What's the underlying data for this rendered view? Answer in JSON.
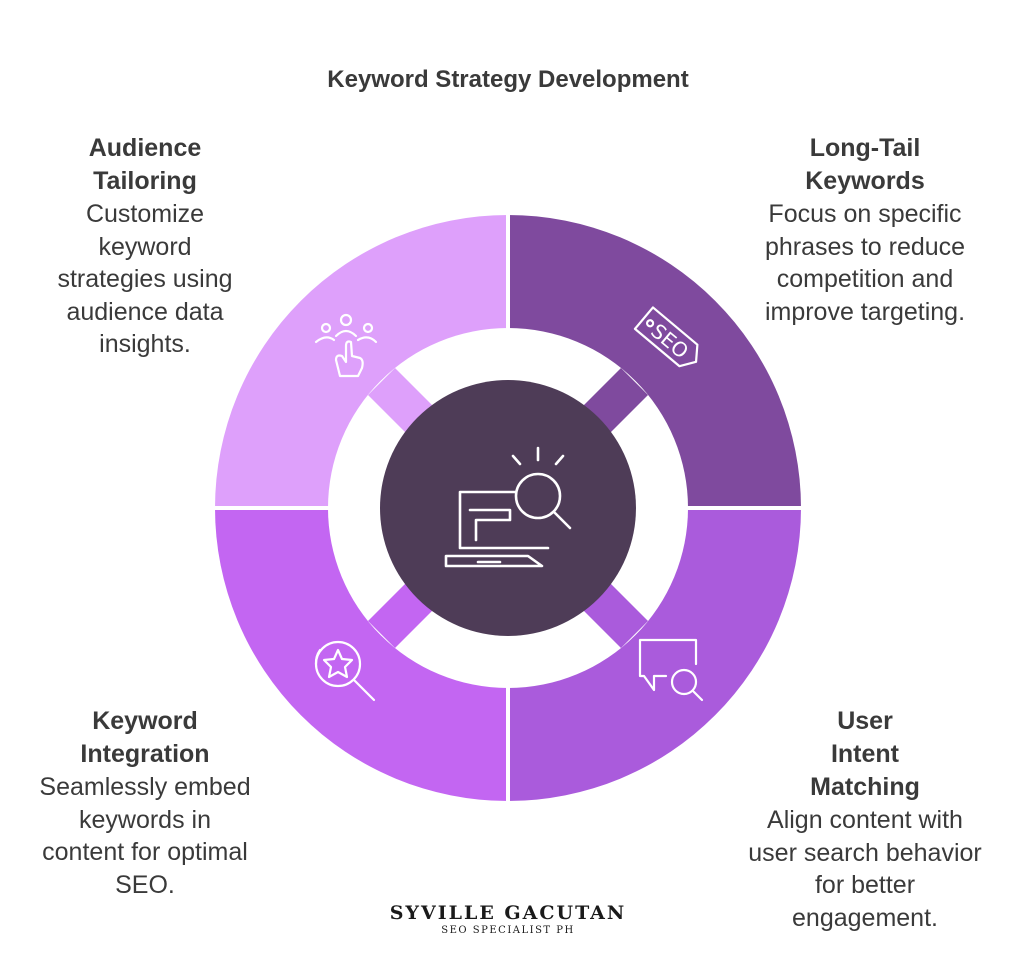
{
  "title": "Keyword Strategy Development",
  "segments": {
    "audience": {
      "heading": "Audience Tailoring",
      "description": "Customize keyword strategies using audience data insights.",
      "icon": "audience-click-icon",
      "color": "#dea0fb"
    },
    "longtail": {
      "heading": "Long-Tail Keywords",
      "description": "Focus on specific phrases to reduce competition and improve targeting.",
      "icon": "seo-tag-icon",
      "color": "#7f4a9e"
    },
    "integration": {
      "heading": "Keyword Integration",
      "description": "Seamlessly embed keywords in content for optimal SEO.",
      "icon": "star-search-icon",
      "color": "#c366f2"
    },
    "intent": {
      "heading": "User Intent Matching",
      "description": "Align content with user search behavior for better engagement.",
      "icon": "chat-search-icon",
      "color": "#aa5bdc"
    }
  },
  "center": {
    "icon": "laptop-search-icon",
    "color": "#4e3c57"
  },
  "brand": {
    "name": "SYVILLE GACUTAN",
    "subtitle": "SEO SPECIALIST PH"
  }
}
